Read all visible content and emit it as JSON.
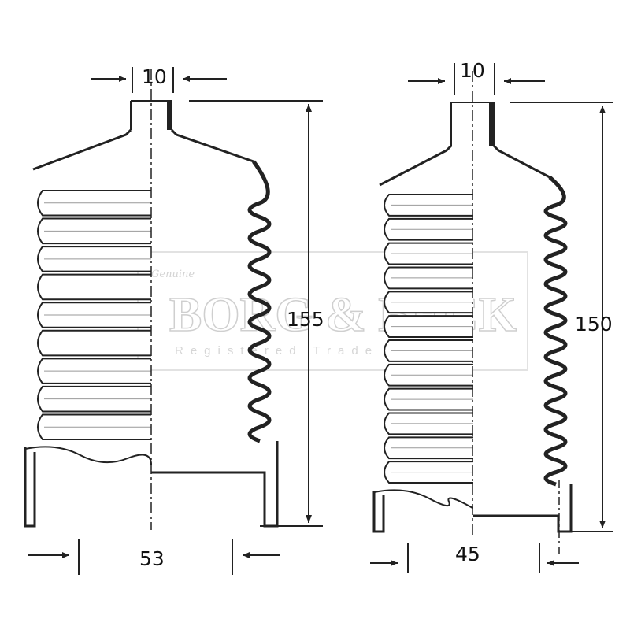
{
  "dimensions": {
    "left_boot": {
      "top_diameter": "10",
      "length": "155",
      "bottom_diameter": "53"
    },
    "right_boot": {
      "top_diameter": "10",
      "length": "150",
      "bottom_diameter": "45"
    }
  },
  "watermark": {
    "brand": "BORG & BECK",
    "tagline": "Registered Trade Mark",
    "script": "Genuine"
  },
  "colors": {
    "line": "#222222",
    "watermark": "#cfcfcf"
  }
}
